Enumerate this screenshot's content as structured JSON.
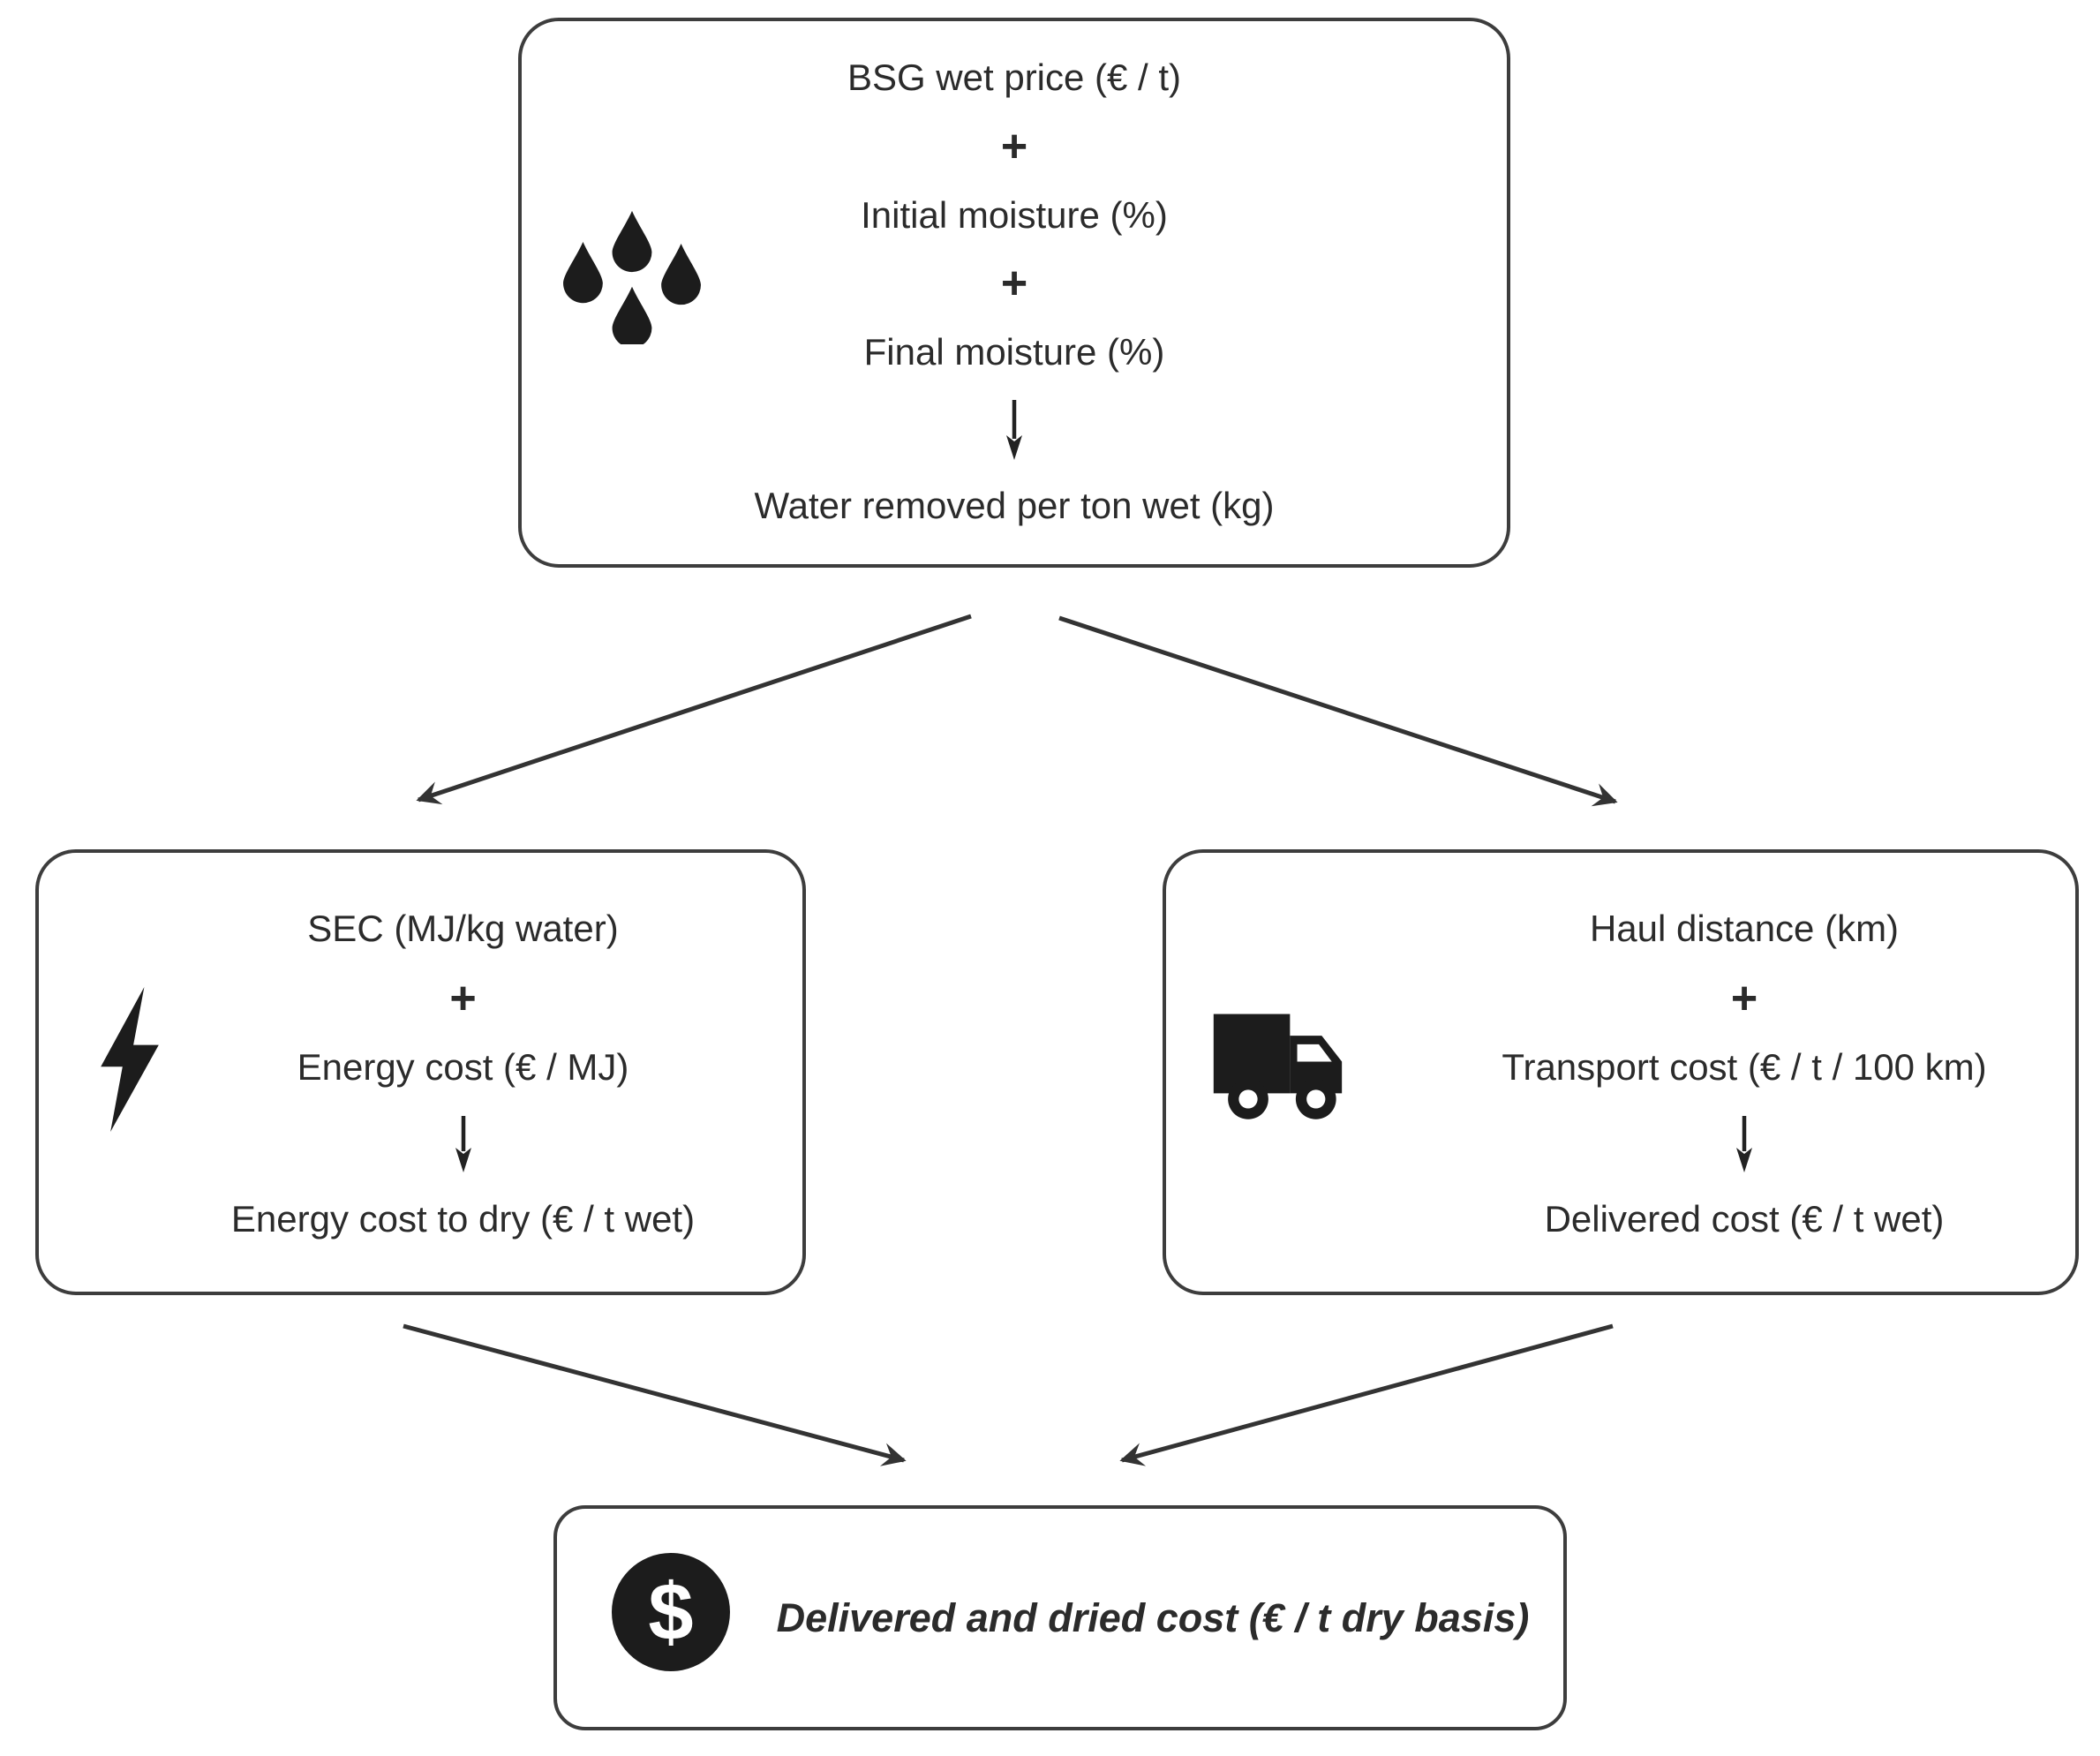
{
  "palette": {
    "background": "#ffffff",
    "box_border": "#3d3d3d",
    "text": "#2b2b2b",
    "icon_fill": "#1c1c1c",
    "arrow": "#333333"
  },
  "plus": "+",
  "top_box": {
    "icon": "water-drops",
    "input1": "BSG wet price (€ / t)",
    "input2": "Initial moisture (%)",
    "input3": "Final moisture (%)",
    "result": "Water removed per ton wet (kg)"
  },
  "energy_box": {
    "icon": "lightning-bolt",
    "input1": "SEC (MJ/kg water)",
    "input2": "Energy cost (€ / MJ)",
    "result": "Energy cost to dry (€ / t wet)"
  },
  "transport_box": {
    "icon": "delivery-truck",
    "input1": "Haul distance (km)",
    "input2": "Transport cost (€ / t / 100 km)",
    "result": "Delivered cost (€ / t wet)"
  },
  "final_box": {
    "icon": "dollar-sign",
    "symbol": "$",
    "label": "Delivered and dried cost (€ / t dry basis)"
  }
}
